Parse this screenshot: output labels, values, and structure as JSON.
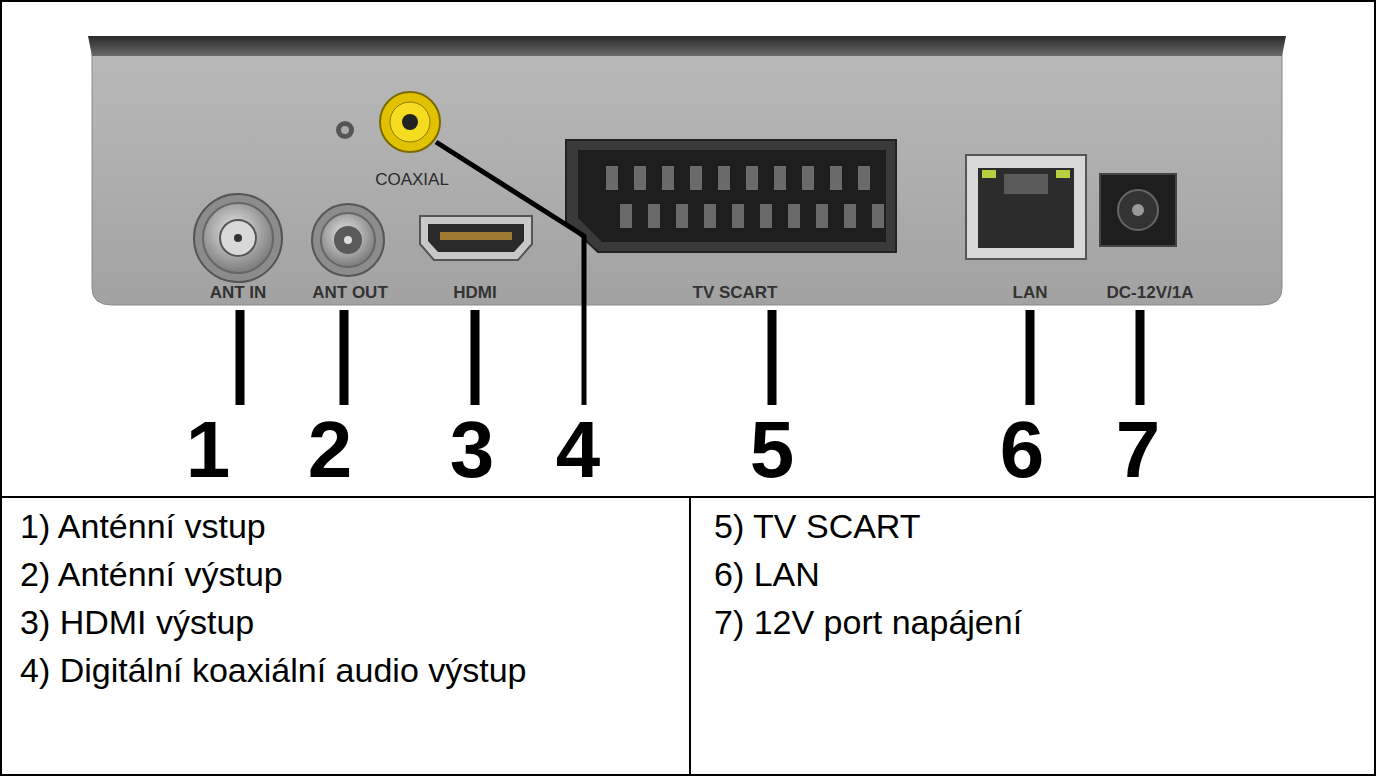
{
  "diagram": {
    "labels": [
      "COAXIAL",
      "ANT IN",
      "ANT OUT",
      "HDMI",
      "TV SCART",
      "LAN",
      "DC-12V/1A",
      "1",
      "2",
      "3",
      "4",
      "5",
      "6",
      "7",
      "1) Anténní vstup",
      "2) Anténní výstup",
      "3) HDMI výstup",
      "4) Digitální koaxiální audio výstup",
      "5) TV SCART",
      "6) LAN",
      "7) 12V port napájení"
    ]
  }
}
